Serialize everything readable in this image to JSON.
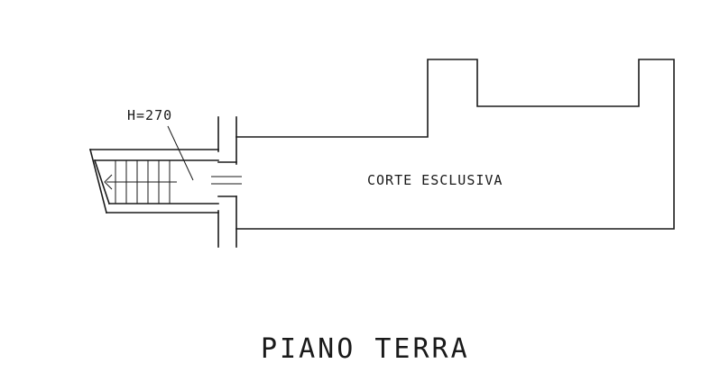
{
  "plan": {
    "height_label": "H=270",
    "area_label": "CORTE ESCLUSIVA",
    "floor_title": "PIANO TERRA"
  },
  "colors": {
    "line": "#1a1a1a",
    "background": "#ffffff"
  }
}
